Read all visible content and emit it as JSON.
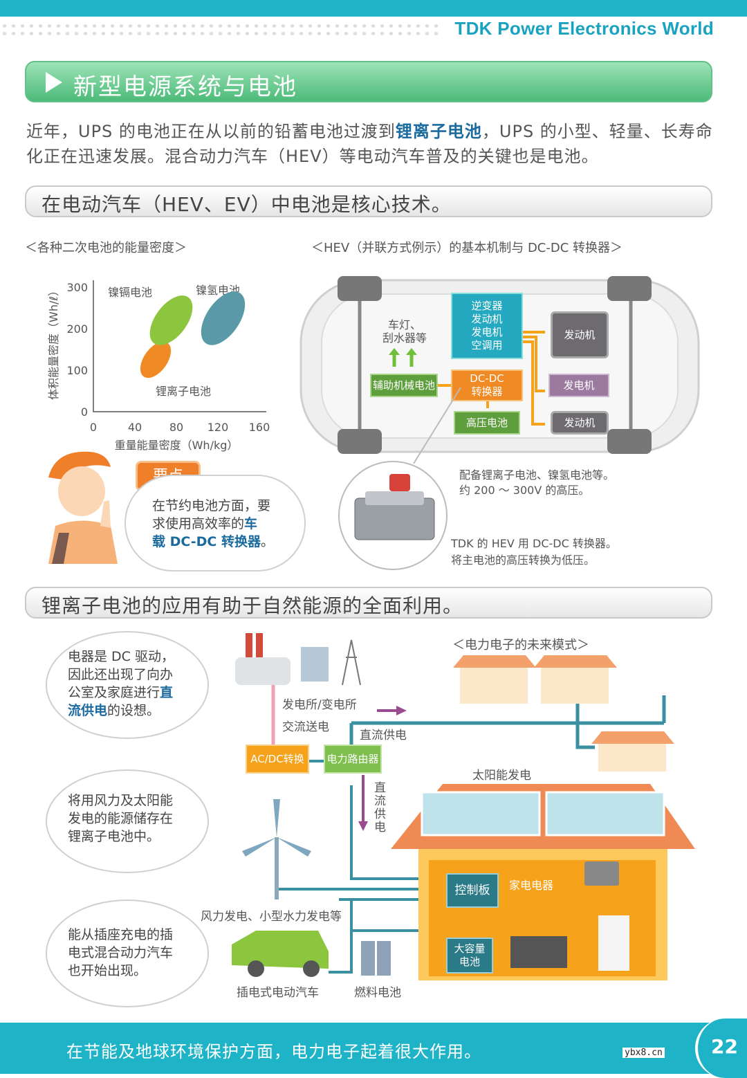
{
  "header": {
    "brand": "TDK Power Electronics World"
  },
  "title": "新型电源系统与电池",
  "intro": {
    "p1": "近年，UPS 的电池正在从以前的铅蓄电池过渡到",
    "p1_hl": "锂离子电池",
    "p1_end": "，UPS 的小型、轻量、长寿命",
    "p2": "化正在迅速发展。混合动力汽车（HEV）等电动汽车普及的关键也是电池。"
  },
  "section1": {
    "heading": "在电动汽车（HEV、EV）中电池是核心技术。",
    "chart_caption": "＜各种二次电池的能量密度＞",
    "diagram_caption": "＜HEV（并联方式例示）的基本机制与 DC-DC 转换器＞"
  },
  "chart_data": {
    "type": "scatter",
    "title": "",
    "xlabel": "重量能量密度（Wh/kg）",
    "ylabel": "体积能量密度（Wh/ℓ）",
    "xlim": [
      0,
      160
    ],
    "ylim": [
      0,
      300
    ],
    "x_ticks": [
      "0",
      "40",
      "80",
      "120",
      "160"
    ],
    "y_ticks": [
      "0",
      "100",
      "200",
      "300"
    ],
    "series": [
      {
        "name": "镍镉电池",
        "x": [
          50,
          70
        ],
        "y": [
          90,
          160
        ],
        "color": "#f08a24"
      },
      {
        "name": "镍氢电池",
        "x": [
          60,
          90
        ],
        "y": [
          170,
          270
        ],
        "color": "#8cc63f"
      },
      {
        "name": "锂离子电池",
        "x": [
          110,
          140
        ],
        "y": [
          170,
          280
        ],
        "color": "#5a9aa8"
      }
    ]
  },
  "hev": {
    "inverter": [
      "逆变器",
      "发动机",
      "发电机",
      "空调用"
    ],
    "lights": [
      "车灯、",
      "刮水器等"
    ],
    "aux_battery": "辅助机械电池",
    "dcdc": [
      "DC-DC",
      "转换器"
    ],
    "hv_battery": "高压电池",
    "engine1": "发动机",
    "generator": "发电机",
    "engine2": "发动机",
    "note_battery": [
      "配备锂离子电池、镍氢电池等。",
      "约 200 ～ 300V 的高压。"
    ],
    "note_dcdc": [
      "TDK 的 HEV 用 DC-DC 转换器。",
      "将主电池的高压转换为低压。"
    ]
  },
  "tip": {
    "label": "要点",
    "lines": [
      "在节约电池方面，要",
      "求使用高效率的"
    ],
    "hl1": "车",
    "hl2": "载 DC-DC 转换器",
    "end": "。"
  },
  "section2": {
    "heading": "锂离子电池的应用有助于自然能源的全面利用。",
    "future_caption": "＜电力电子的未来模式＞"
  },
  "bubbles": {
    "b1": {
      "lines": [
        "电器是 DC 驱动，",
        "因此还出现了向办",
        "公室及家庭进行"
      ],
      "hl1": "直",
      "hl2": "流供电",
      "end": "的设想。"
    },
    "b2": [
      "将用风力及太阳能",
      "发电的能源储存在",
      "锂离子电池中。"
    ],
    "b3": [
      "能从插座充电的插",
      "电式混合动力汽车",
      "也开始出现。"
    ]
  },
  "grid": {
    "station": "发电所/变电所",
    "ac": "交流送电",
    "dc_supply": "直流供电",
    "acdc": "AC/DC转换",
    "router": "电力路由器",
    "dc_vertical": [
      "直",
      "流",
      "供",
      "电"
    ],
    "solar": "太阳能发电",
    "control": "控制板",
    "appliances": "家电电器",
    "storage": [
      "大容量",
      "电池"
    ],
    "wind": "风力发电、小型水力发电等",
    "phev": "插电式电动汽车",
    "fuel": "燃料电池"
  },
  "footer": {
    "text": "在节能及地球环境保护方面，电力电子起着很大作用。",
    "site": "ybx8.cn",
    "page": "22"
  }
}
